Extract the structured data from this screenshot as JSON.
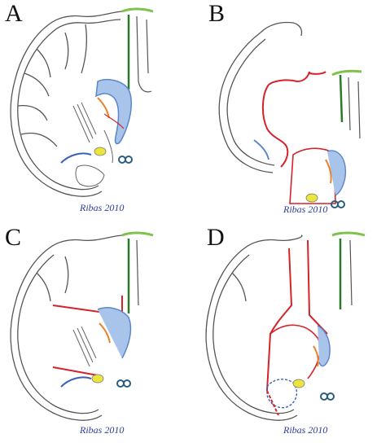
{
  "panels": [
    {
      "label": "A",
      "signature": "Ribas 2010"
    },
    {
      "label": "B",
      "signature": "Ribas 2010"
    },
    {
      "label": "C",
      "signature": "Ribas 2010"
    },
    {
      "label": "D",
      "signature": "Ribas 2010"
    }
  ],
  "colors": {
    "cortex_outline": "#555555",
    "ventricle": "#5b86c9",
    "septum_pellucidum": "#7fc24a",
    "resection_line": "#d4232a",
    "caudate": "#e9822a",
    "amygdala": "#e8e23a",
    "vessels": "#2b5e7e"
  }
}
